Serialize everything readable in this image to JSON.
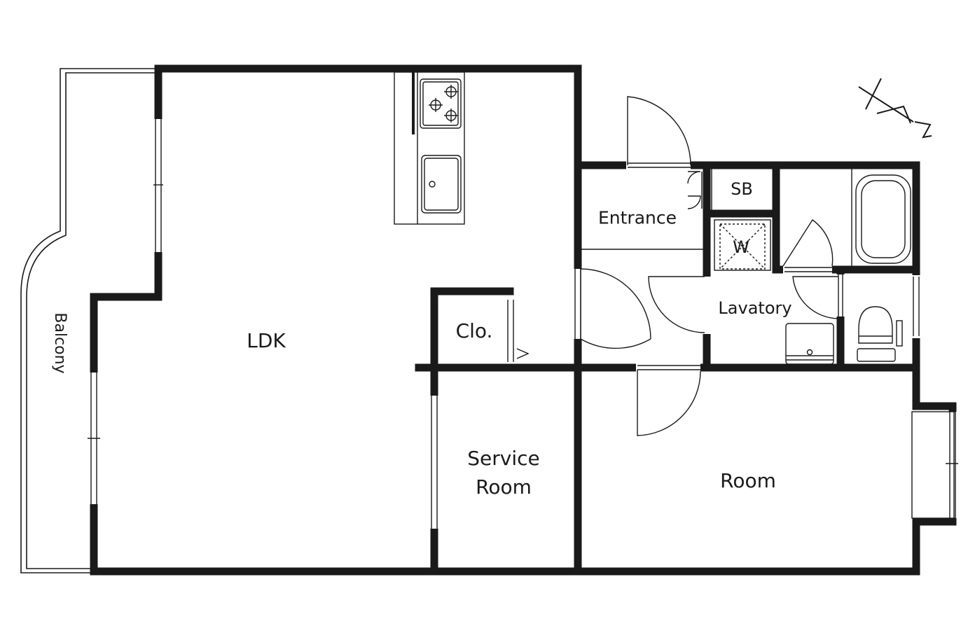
{
  "plan": {
    "line_color": "#1a1a1a",
    "background": "#ffffff",
    "rooms": {
      "ldk": "LDK",
      "closet": "Clo.",
      "service_room": "Service\nRoom",
      "entrance": "Entrance",
      "shoe_box": "SB",
      "washer": "W",
      "lavatory": "Lavatory",
      "room": "Room",
      "balcony": "Balcony"
    },
    "compass": {
      "icon": "north-arrow-icon",
      "letter": "N"
    },
    "icons": [
      "stove-icon",
      "kitchen-sink-icon",
      "bathtub-icon",
      "toilet-icon",
      "wash-basin-icon",
      "washer-pan-icon"
    ]
  }
}
